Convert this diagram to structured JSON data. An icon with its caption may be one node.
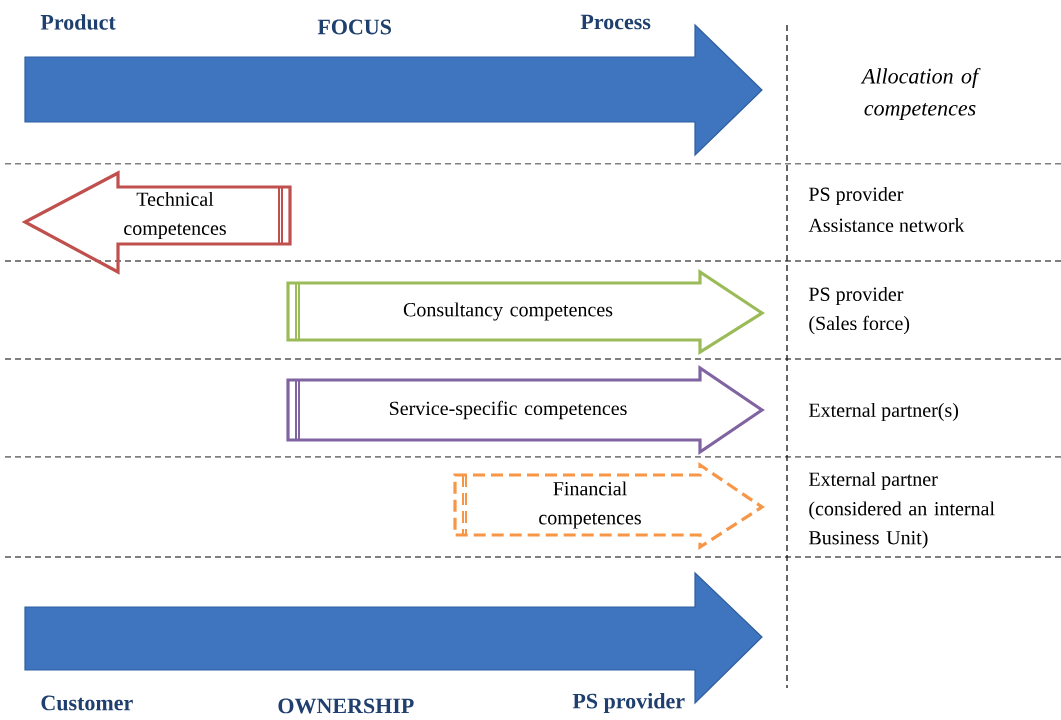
{
  "diagram": {
    "nodes": [
      {
        "text": [
          "Technical competences"
        ]
      },
      {
        "text": [
          "Consultancy competences"
        ]
      },
      {
        "text": [
          "Service-specific competences"
        ]
      },
      {
        "text": [
          "Financial competences"
        ]
      }
    ],
    "labels": [
      "Product",
      "FOCUS",
      "Process",
      "Allocation of competences",
      "PS provider",
      "Assistance network",
      "PS provider",
      "(Sales force)",
      "External partner(s)",
      "External partner",
      "(considered an internal Business Unit)",
      "Customer",
      "OWNERSHIP",
      "PS provider"
    ]
  }
}
